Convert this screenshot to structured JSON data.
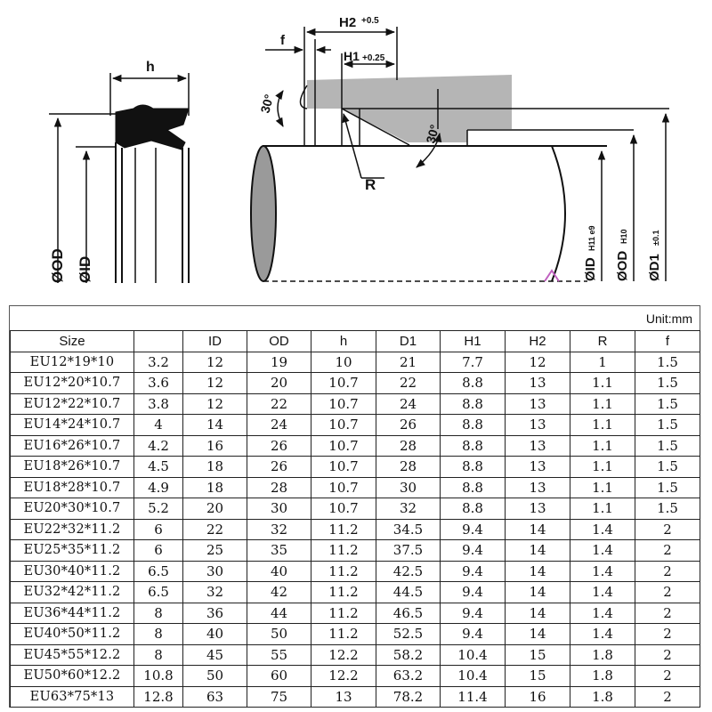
{
  "drawing": {
    "label_h": "h",
    "label_od": "ØOD",
    "label_id": "ØID",
    "label_f": "f",
    "label_h2": "H2",
    "label_h2_tol": "+0.5",
    "label_h1": "H1",
    "label_h1_tol": "+0.25",
    "label_angle_a": "30°",
    "label_angle_b": "30°",
    "label_r": "R",
    "label_id2": "ØID",
    "label_id2_tol": "H11 e9",
    "label_od2": "ØOD",
    "label_od2_tol": "H10",
    "label_d1": "ØD1",
    "label_d1_tol": "±0.1"
  },
  "unit_label": "Unit:mm",
  "table": {
    "headers": [
      "Size",
      "",
      "ID",
      "OD",
      "h",
      "D1",
      "H1",
      "H2",
      "R",
      "f"
    ],
    "rows": [
      [
        "EU12*19*10",
        "3.2",
        "12",
        "19",
        "10",
        "21",
        "7.7",
        "12",
        "1",
        "1.5"
      ],
      [
        "EU12*20*10.7",
        "3.6",
        "12",
        "20",
        "10.7",
        "22",
        "8.8",
        "13",
        "1.1",
        "1.5"
      ],
      [
        "EU12*22*10.7",
        "3.8",
        "12",
        "22",
        "10.7",
        "24",
        "8.8",
        "13",
        "1.1",
        "1.5"
      ],
      [
        "EU14*24*10.7",
        "4",
        "14",
        "24",
        "10.7",
        "26",
        "8.8",
        "13",
        "1.1",
        "1.5"
      ],
      [
        "EU16*26*10.7",
        "4.2",
        "16",
        "26",
        "10.7",
        "28",
        "8.8",
        "13",
        "1.1",
        "1.5"
      ],
      [
        "EU18*26*10.7",
        "4.5",
        "18",
        "26",
        "10.7",
        "28",
        "8.8",
        "13",
        "1.1",
        "1.5"
      ],
      [
        "EU18*28*10.7",
        "4.9",
        "18",
        "28",
        "10.7",
        "30",
        "8.8",
        "13",
        "1.1",
        "1.5"
      ],
      [
        "EU20*30*10.7",
        "5.2",
        "20",
        "30",
        "10.7",
        "32",
        "8.8",
        "13",
        "1.1",
        "1.5"
      ],
      [
        "EU22*32*11.2",
        "6",
        "22",
        "32",
        "11.2",
        "34.5",
        "9.4",
        "14",
        "1.4",
        "2"
      ],
      [
        "EU25*35*11.2",
        "6",
        "25",
        "35",
        "11.2",
        "37.5",
        "9.4",
        "14",
        "1.4",
        "2"
      ],
      [
        "EU30*40*11.2",
        "6.5",
        "30",
        "40",
        "11.2",
        "42.5",
        "9.4",
        "14",
        "1.4",
        "2"
      ],
      [
        "EU32*42*11.2",
        "6.5",
        "32",
        "42",
        "11.2",
        "44.5",
        "9.4",
        "14",
        "1.4",
        "2"
      ],
      [
        "EU36*44*11.2",
        "8",
        "36",
        "44",
        "11.2",
        "46.5",
        "9.4",
        "14",
        "1.4",
        "2"
      ],
      [
        "EU40*50*11.2",
        "8",
        "40",
        "50",
        "11.2",
        "52.5",
        "9.4",
        "14",
        "1.4",
        "2"
      ],
      [
        "EU45*55*12.2",
        "8",
        "45",
        "55",
        "12.2",
        "58.2",
        "10.4",
        "15",
        "1.8",
        "2"
      ],
      [
        "EU50*60*12.2",
        "10.8",
        "50",
        "60",
        "12.2",
        "63.2",
        "10.4",
        "15",
        "1.8",
        "2"
      ],
      [
        "EU63*75*13",
        "12.8",
        "63",
        "75",
        "13",
        "78.2",
        "11.4",
        "16",
        "1.8",
        "2"
      ]
    ]
  },
  "colors": {
    "seal": "#111111",
    "groove": "#b5b5b5",
    "highlight": "#c060c0"
  }
}
